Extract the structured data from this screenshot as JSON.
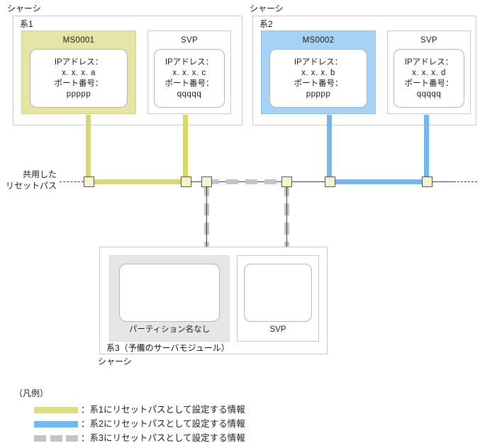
{
  "diagram": {
    "chassis_word": "シャーシ",
    "systems": [
      {
        "id": "kei1",
        "label": "系1",
        "modules": [
          {
            "name": "MS0001",
            "ip_label": "IPアドレス：",
            "ip_value": "x. x. x. a",
            "port_label": "ポート番号：",
            "port_value": "ppppp",
            "fill": "yellow"
          },
          {
            "name": "SVP",
            "ip_label": "IPアドレス：",
            "ip_value": "x. x. x. c",
            "port_label": "ポート番号：",
            "port_value": "qqqqq",
            "fill": "plain"
          }
        ]
      },
      {
        "id": "kei2",
        "label": "系2",
        "modules": [
          {
            "name": "MS0002",
            "ip_label": "IPアドレス：",
            "ip_value": "x. x. x. b",
            "port_label": "ポート番号：",
            "port_value": "ppppp",
            "fill": "blue"
          },
          {
            "name": "SVP",
            "ip_label": "IPアドレス：",
            "ip_value": "x. x. x. d",
            "port_label": "ポート番号：",
            "port_value": "qqqqq",
            "fill": "plain"
          }
        ]
      },
      {
        "id": "kei3",
        "label": "系3（予備のサーバモジュール）",
        "chassis_word_below": "シャーシ",
        "modules": [
          {
            "name": "パーティション名なし",
            "fill": "grayfill"
          },
          {
            "name": "SVP",
            "fill": "plain"
          }
        ]
      }
    ],
    "shared_bus": {
      "label_line1": "共用した",
      "label_line2": "リセットパス"
    },
    "legend": {
      "title": "（凡例）",
      "items": [
        {
          "style": "yellow",
          "text": "：系1にリセットパスとして設定する情報",
          "color": "#dcdc82"
        },
        {
          "style": "blue",
          "text": "：系2にリセットパスとして設定する情報",
          "color": "#72b8ef"
        },
        {
          "style": "dashed",
          "text": "：系3にリセットパスとして設定する情報",
          "color": "#c4c4c4"
        }
      ]
    },
    "colors": {
      "kei1_link": "#d9d96a",
      "kei2_link": "#72b8ef",
      "kei3_link": "#c4c4c4",
      "connector_fill": "#f5f3cd",
      "bus_line": "#3b3b3b"
    }
  }
}
